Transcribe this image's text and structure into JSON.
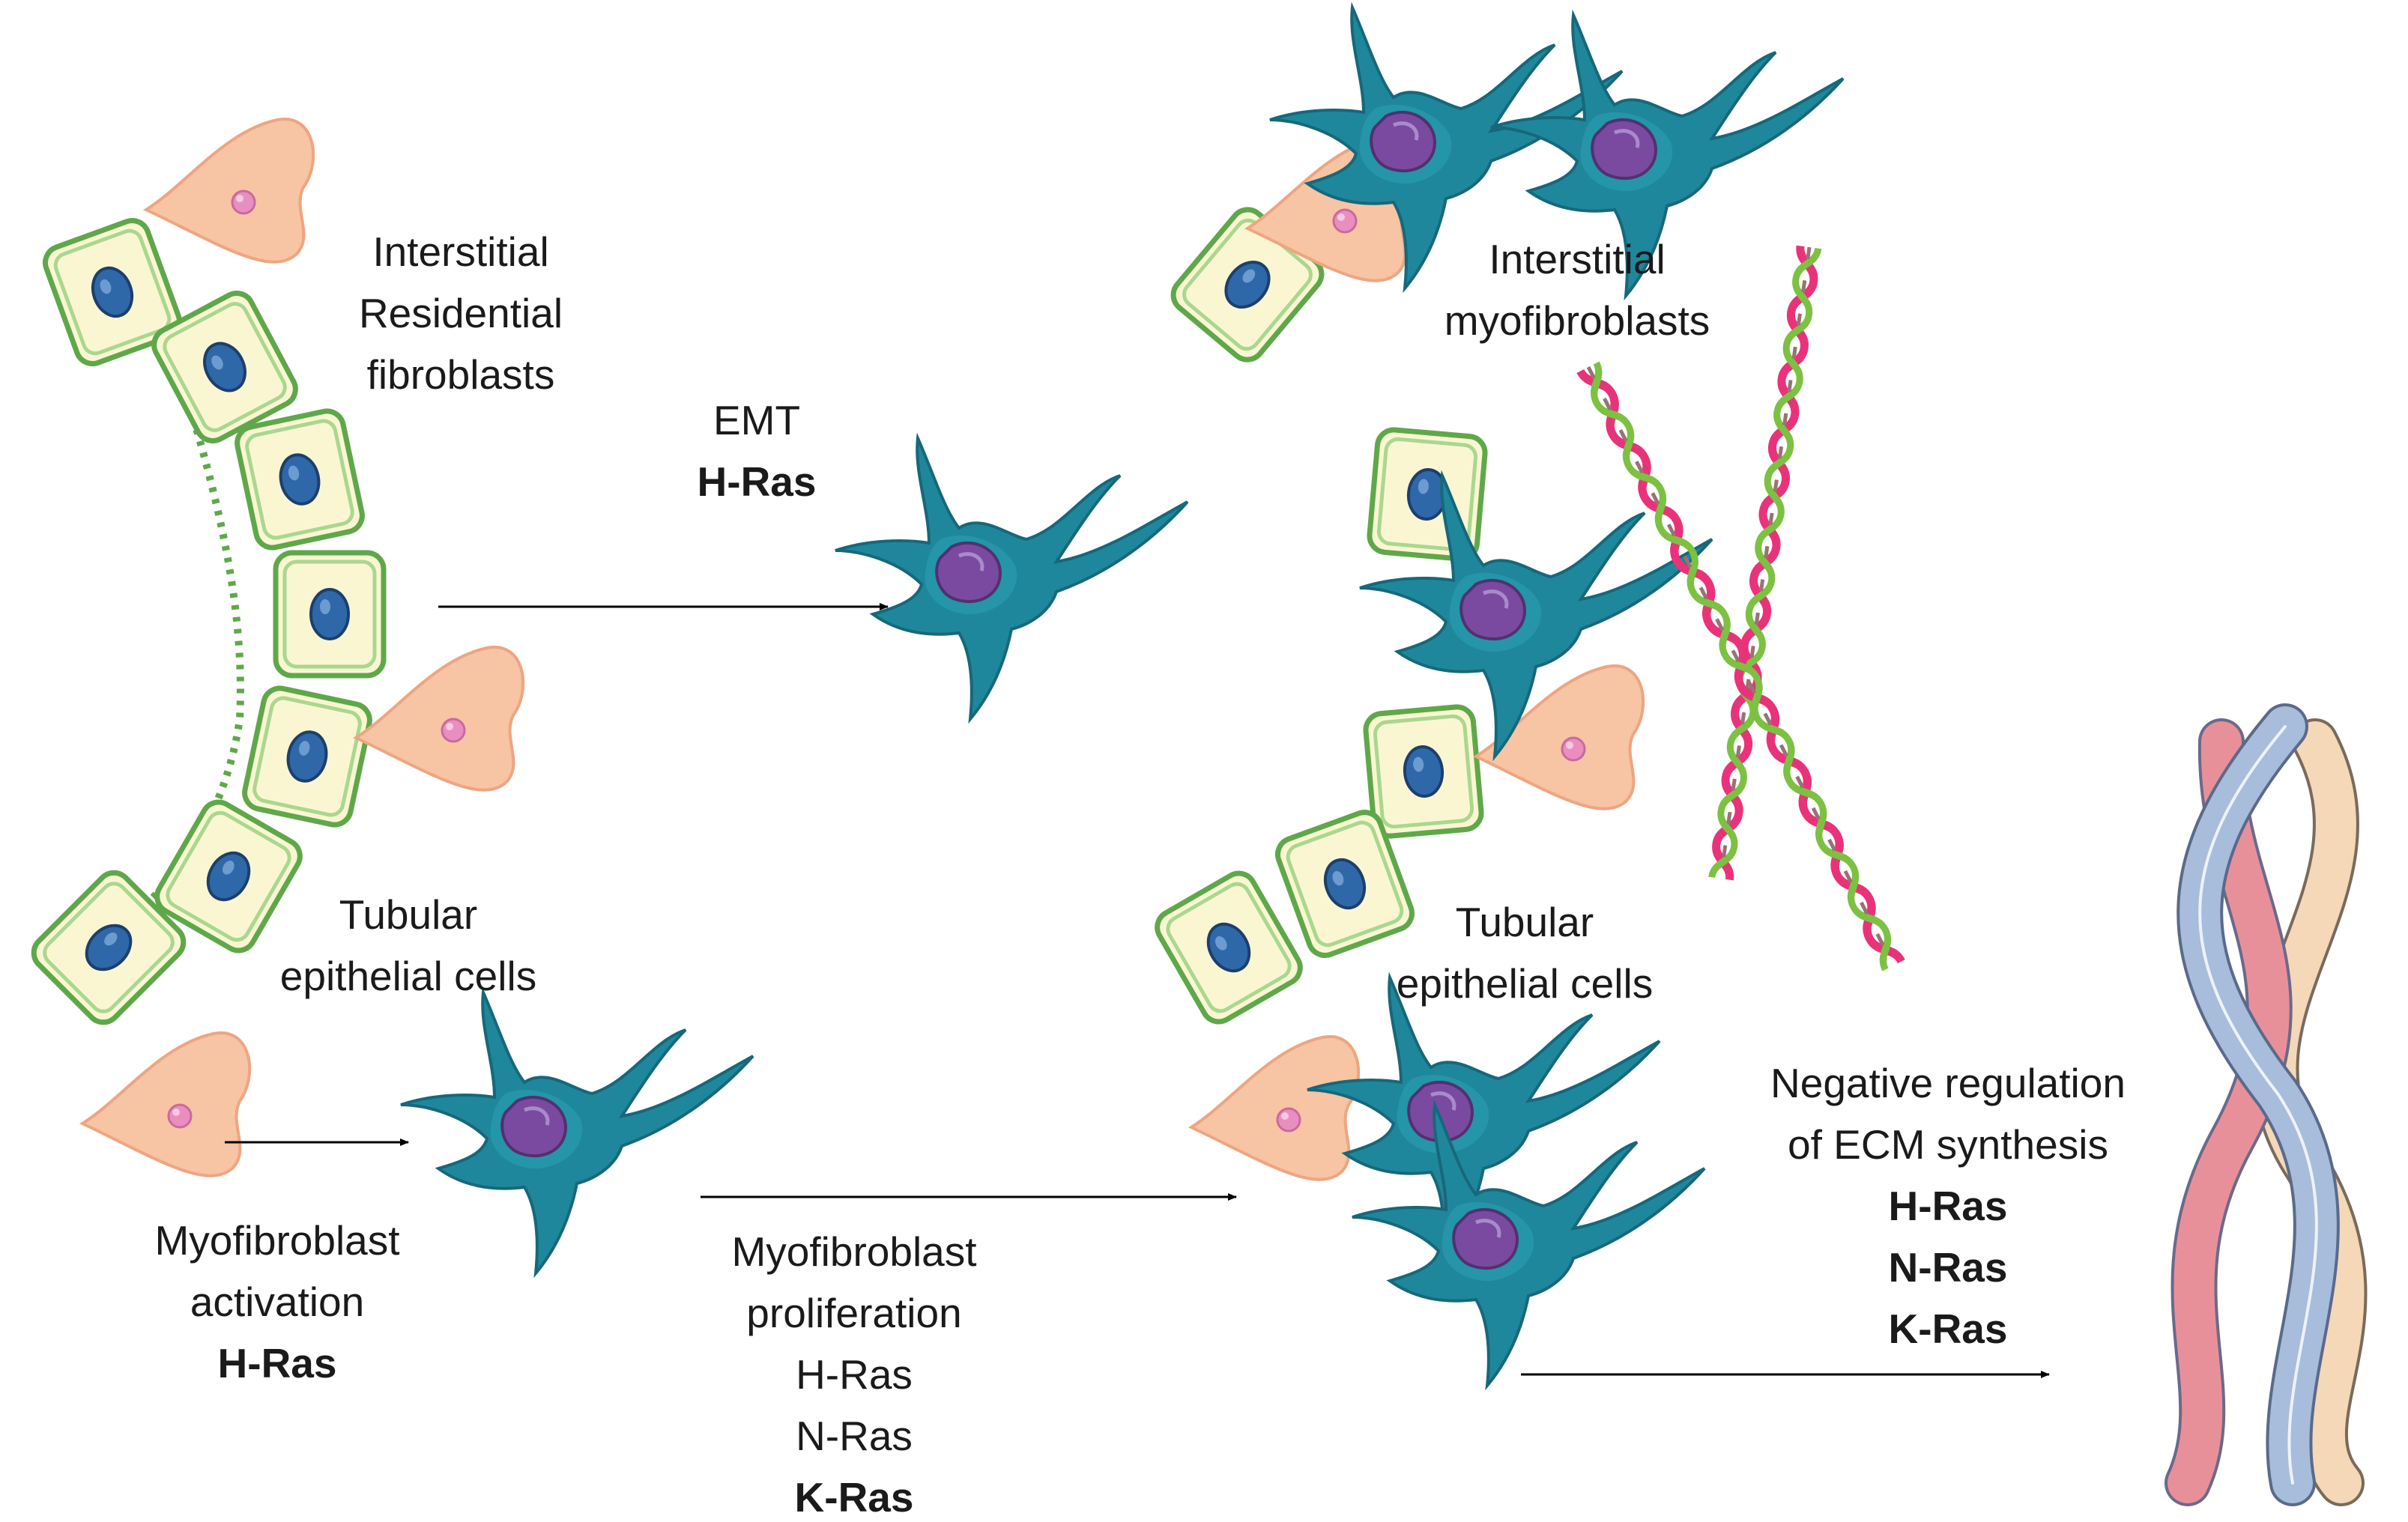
{
  "labels": {
    "interstitial_fibroblasts": [
      "Interstitial",
      "Residential",
      "fibroblasts"
    ],
    "tubular_left": [
      "Tubular",
      "epithelial cells"
    ],
    "emt": "EMT",
    "emt_gene": "H-Ras",
    "interstitial_myofibroblasts": [
      "Interstitial",
      "myofibroblasts"
    ],
    "tubular_right": [
      "Tubular",
      "epithelial cells"
    ],
    "activation": [
      "Myofibroblast",
      "activation"
    ],
    "activation_gene": "H-Ras",
    "proliferation": [
      "Myofibroblast",
      "proliferation"
    ],
    "proliferation_genes": [
      "H-Ras",
      "N-Ras"
    ],
    "proliferation_gene_bold": "K-Ras",
    "ecm": [
      "Negative regulation",
      "of ECM synthesis"
    ],
    "ecm_genes": [
      "H-Ras",
      "N-Ras",
      "K-Ras"
    ]
  },
  "colors": {
    "epithelial_fill": "#fbf6d2",
    "epithelial_border": "#5fa84a",
    "nucleus_blue": "#2f68a8",
    "fibroblast": "#f7c4a4",
    "fibroblast_nucleus": "#e98fc0",
    "myofibroblast": "#1f879b",
    "myofibroblast_nucleus": "#7a4aa0",
    "fiber_pink": "#e8337a",
    "fiber_green": "#7cc142",
    "collagen_pink": "#e8909a",
    "collagen_blue": "#a8bcdc",
    "collagen_cream": "#f4d8b8"
  }
}
